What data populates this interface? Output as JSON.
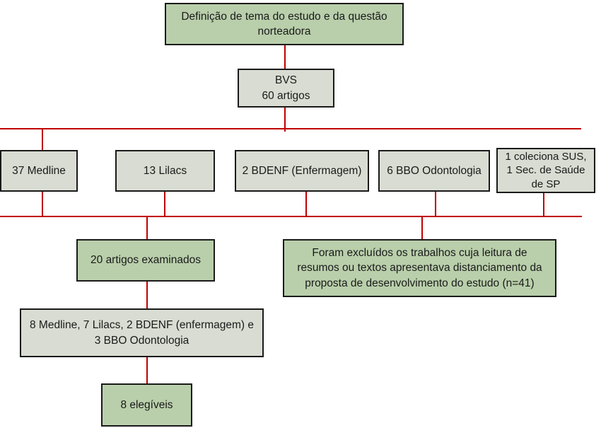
{
  "palette": {
    "box_green": "#b9cfab",
    "box_gray": "#d9dcd2",
    "box_border": "#1a1a1a",
    "connector_red": "#c00000",
    "page_background": "#ffffff",
    "text_color": "#1a1a1a"
  },
  "flowchart": {
    "nodes": {
      "definicao_tema": {
        "style": "green",
        "lines": [
          "Definição de tema do estudo e da questão",
          "norteadora"
        ]
      },
      "bvs": {
        "style": "gray",
        "lines": [
          "BVS",
          "60 artigos"
        ]
      },
      "medline": {
        "style": "gray",
        "lines": [
          "37 Medline"
        ]
      },
      "lilacs": {
        "style": "gray",
        "lines": [
          "13 Lilacs"
        ]
      },
      "bdenf": {
        "style": "gray",
        "lines": [
          "2 BDENF (Enfermagem)"
        ]
      },
      "bbo": {
        "style": "gray",
        "lines": [
          "6 BBO Odontologia"
        ]
      },
      "coleciona_sus": {
        "style": "gray",
        "lines": [
          "1 coleciona SUS,",
          "1 Sec. de Saúde",
          "de SP"
        ]
      },
      "artigos_examinados": {
        "style": "green",
        "lines": [
          "20 artigos examinados"
        ]
      },
      "excluidos": {
        "style": "green",
        "lines": [
          "Foram excluídos os trabalhos cuja leitura de",
          "resumos ou textos apresentava distanciamento da",
          "proposta de desenvolvimento do estudo (n=41)"
        ]
      },
      "selecionados_por_base": {
        "style": "gray",
        "lines": [
          "8 Medline, 7 Lilacs, 2 BDENF (enfermagem) e",
          "3 BBO Odontologia"
        ]
      },
      "elegiveis": {
        "style": "green",
        "lines": [
          "8 elegíveis"
        ]
      }
    }
  }
}
